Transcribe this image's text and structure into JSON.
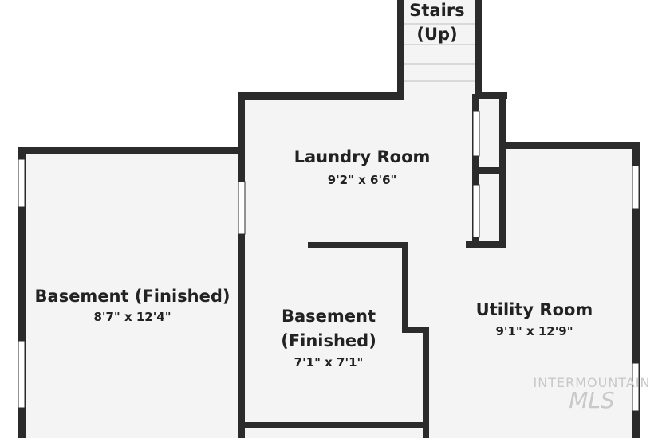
{
  "rooms": {
    "stairs": {
      "name_line1": "Stairs",
      "name_line2": "(Up)"
    },
    "laundry": {
      "name": "Laundry Room",
      "dimensions": "9'2\" x 6'6\""
    },
    "basement_left": {
      "name": "Basement (Finished)",
      "dimensions": "8'7\" x 12'4\""
    },
    "basement_center": {
      "name_line1": "Basement",
      "name_line2": "(Finished)",
      "dimensions": "7'1\" x 7'1\""
    },
    "utility": {
      "name": "Utility Room",
      "dimensions": "9'1\" x 12'9\""
    }
  },
  "watermark": {
    "line1": "INTERMOUNTAIN",
    "line2": "MLS"
  },
  "colors": {
    "wall": "#2b2b2b",
    "floor": "#f4f4f4",
    "background": "#ffffff",
    "window": "#ffffff"
  }
}
